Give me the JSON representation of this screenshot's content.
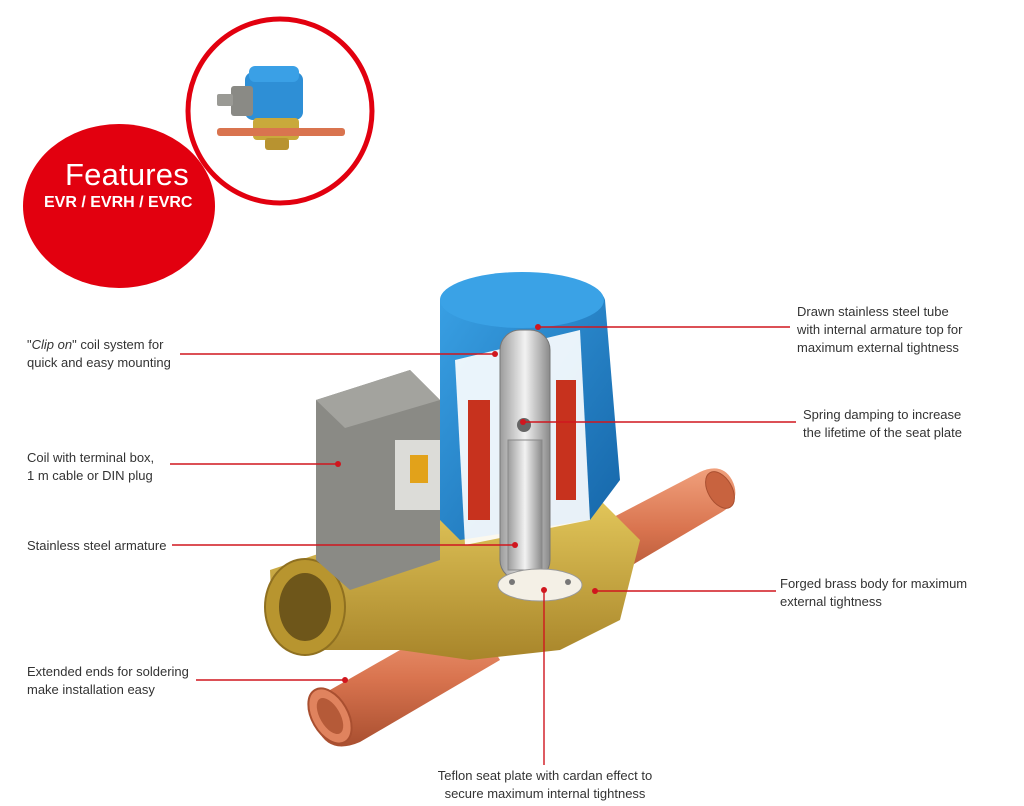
{
  "badge": {
    "title": "Features",
    "subtitle": "EVR / EVRH / EVRC"
  },
  "colors": {
    "brand_red": "#e2000f",
    "leader_line": "#d0161e",
    "coil_blue": "#1f7fc4",
    "brass": "#c9a93b",
    "copper": "#d9744f"
  },
  "callouts": {
    "clip_on": {
      "em": "Clip on",
      "line1_pre": "\"",
      "line1_post": "\" coil system for",
      "line2": "quick and easy mounting"
    },
    "coil": {
      "line1": "Coil with terminal box,",
      "line2": "1 m cable or DIN plug"
    },
    "armature": {
      "line1": "Stainless steel armature"
    },
    "extended": {
      "line1": "Extended ends for soldering",
      "line2": "make installation easy"
    },
    "tube": {
      "line1": "Drawn stainless steel tube",
      "line2": "with internal armature top for",
      "line3": "maximum external tightness"
    },
    "spring": {
      "line1": "Spring damping to increase",
      "line2": "the lifetime of the seat plate"
    },
    "brass": {
      "line1": "Forged brass body for maximum",
      "line2": "external tightness"
    },
    "teflon": {
      "line1": "Teflon seat plate with cardan effect to",
      "line2": "secure maximum internal tightness"
    }
  }
}
